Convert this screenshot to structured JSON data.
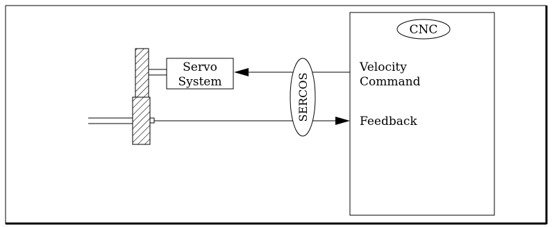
{
  "cnc": {
    "title": "CNC",
    "velocity_line1": "Velocity",
    "velocity_line2": "Command",
    "feedback": "Feedback"
  },
  "servo": {
    "line1": "Servo",
    "line2": "System"
  },
  "bus": {
    "label": "SERCOS"
  }
}
